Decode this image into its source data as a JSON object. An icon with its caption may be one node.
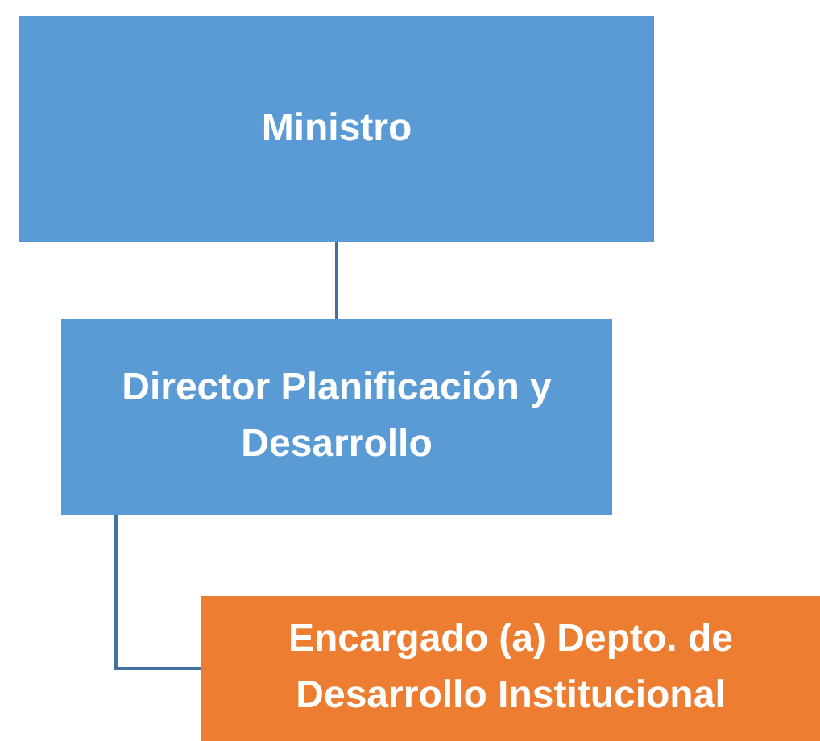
{
  "diagram": {
    "nodes": [
      {
        "text": [
          "Ministro"
        ]
      },
      {
        "text": [
          "Director Planificación y Desarrollo"
        ]
      },
      {
        "text": [
          "Encargado (a) Depto. de Desarrollo Institucional"
        ]
      }
    ],
    "edges": [
      {
        "from": 0,
        "to": 1,
        "arrow": "none"
      },
      {
        "from": 1,
        "to": 2,
        "arrow": "none"
      }
    ]
  }
}
